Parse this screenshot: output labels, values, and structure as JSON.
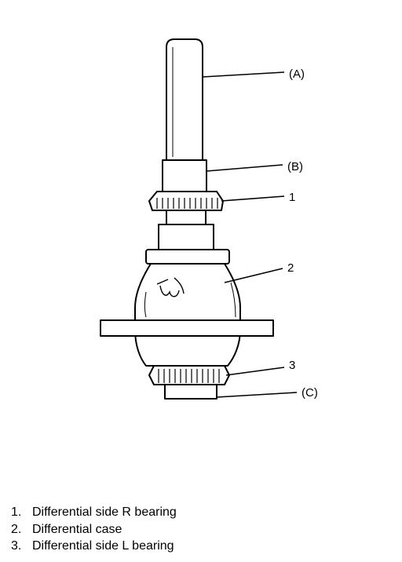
{
  "callouts": {
    "a": "(A)",
    "b": "(B)",
    "c": "(C)",
    "n1": "1",
    "n2": "2",
    "n3": "3"
  },
  "legend": [
    {
      "num": "1.",
      "text": "Differential side R bearing"
    },
    {
      "num": "2.",
      "text": "Differential case"
    },
    {
      "num": "3.",
      "text": "Differential side L bearing"
    }
  ]
}
